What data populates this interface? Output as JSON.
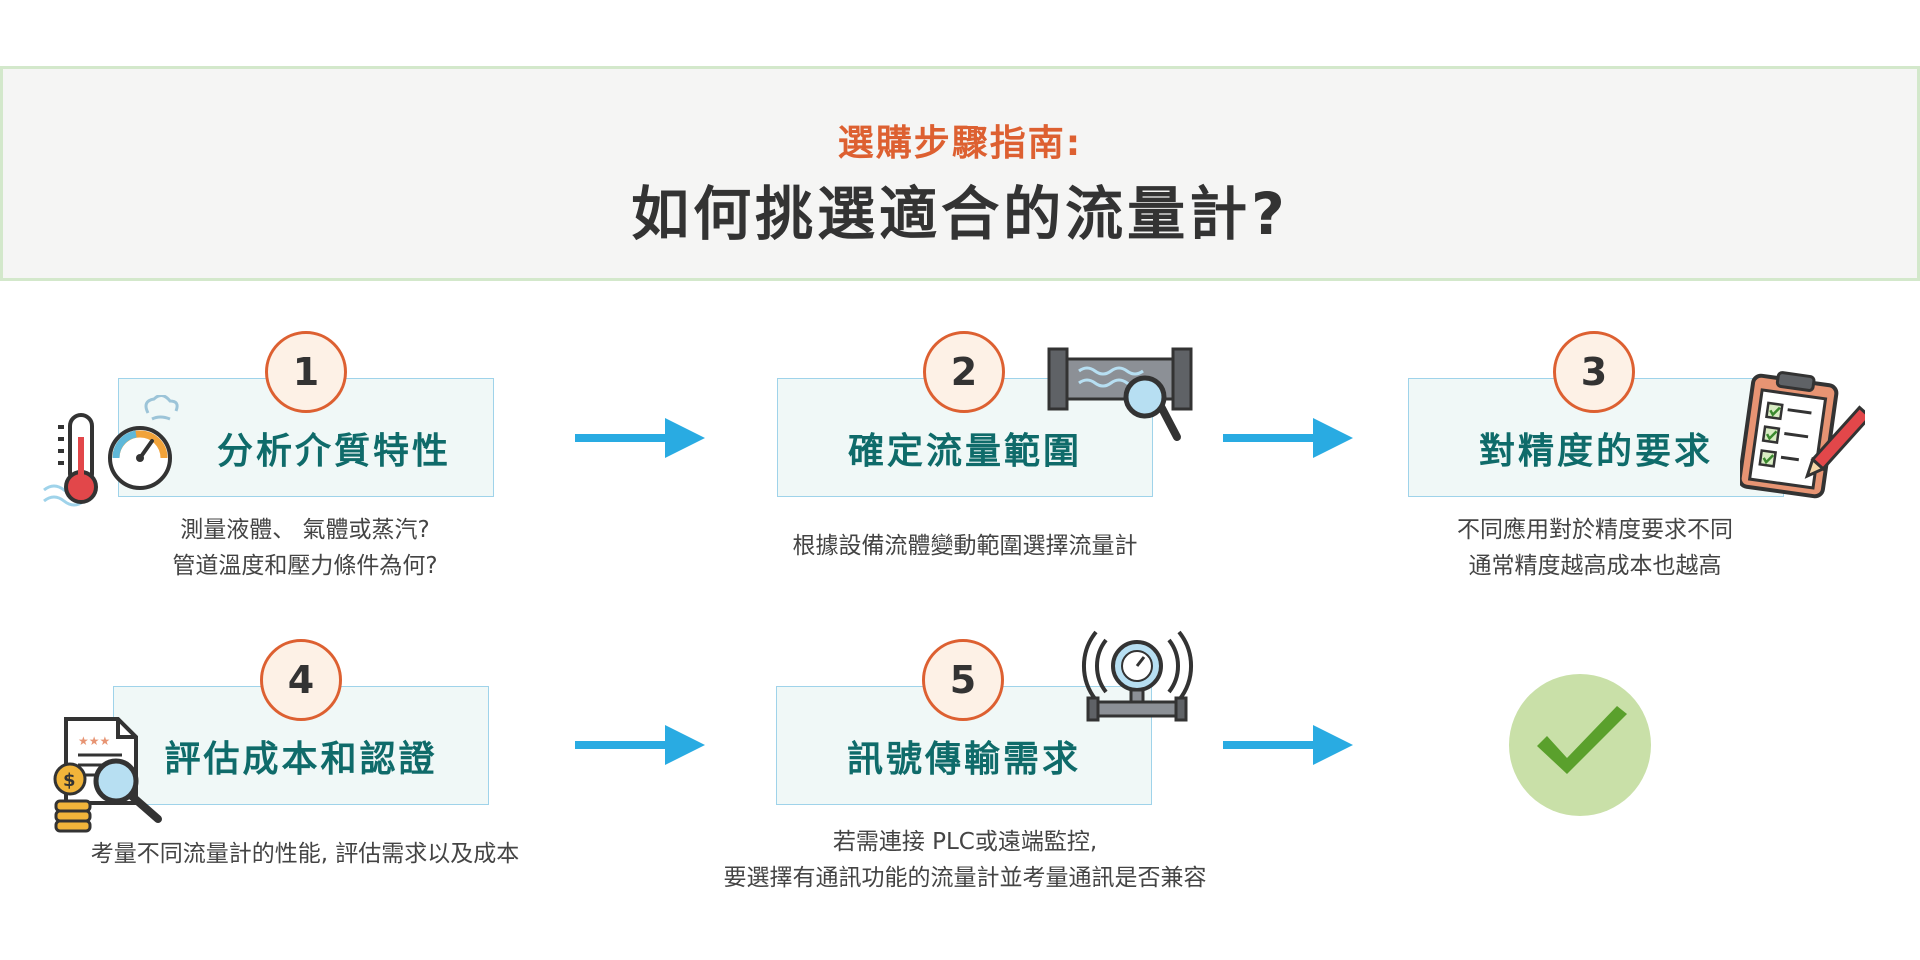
{
  "header": {
    "subtitle": "選購步驟指南:",
    "title": "如何挑選適合的流量計?"
  },
  "steps": [
    {
      "number": "1",
      "label": "分析介質特性",
      "description": [
        "測量液體、 氣體或蒸汽?",
        "管道溫度和壓力條件為何?"
      ],
      "icon": "thermometer-gauge-icon"
    },
    {
      "number": "2",
      "label": "確定流量範圍",
      "description": [
        "根據設備流體變動範圍選擇流量計"
      ],
      "icon": "pipe-magnifier-icon"
    },
    {
      "number": "3",
      "label": "對精度的要求",
      "description": [
        "不同應用對於精度要求不同",
        "通常精度越高成本也越高"
      ],
      "icon": "clipboard-checklist-icon"
    },
    {
      "number": "4",
      "label": "評估成本和認證",
      "description": [
        "考量不同流量計的性能, 評估需求以及成本"
      ],
      "icon": "cost-document-magnifier-icon"
    },
    {
      "number": "5",
      "label": "訊號傳輸需求",
      "description": [
        "若需連接 PLC或遠端監控,",
        "要選擇有通訊功能的流量計並考量通訊是否兼容"
      ],
      "icon": "wireless-gauge-icon"
    }
  ],
  "final_icon": "checkmark-icon",
  "colors": {
    "subtitle": "#dd6031",
    "title": "#333333",
    "step_label": "#0f6b6a",
    "step_box_fill": "#f0f8f7",
    "step_box_border": "#9fd3ea",
    "number_fill": "#fdf1e6",
    "number_border": "#dd6031",
    "arrow": "#29abe2",
    "check_circle": "#c9e0a8",
    "check_mark": "#5aa02c",
    "description": "#444444",
    "header_bg": "#f5f5f4",
    "header_border": "#d3e8cb"
  }
}
